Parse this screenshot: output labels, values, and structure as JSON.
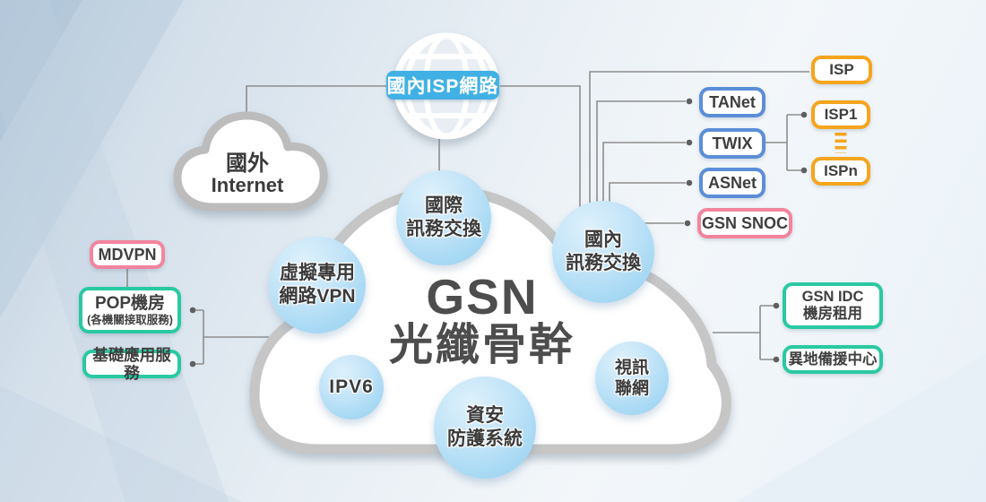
{
  "banner": {
    "label": "國內ISP網路"
  },
  "internet_cloud": {
    "line1": "國外",
    "line2": "Internet"
  },
  "title": {
    "line1": "GSN",
    "line2": "光纖骨幹"
  },
  "circles": {
    "intl_exchange": {
      "line1": "國際",
      "line2": "訊務交換"
    },
    "domestic_exchange": {
      "line1": "國內",
      "line2": "訊務交換"
    },
    "vpn": {
      "line1": "虛擬專用",
      "line2": "網路VPN"
    },
    "ipv6": {
      "label": "IPV6"
    },
    "security": {
      "line1": "資安",
      "line2": "防護系統"
    },
    "video": {
      "line1": "視訊",
      "line2": "聯網"
    }
  },
  "boxes": {
    "isp": {
      "label": "ISP"
    },
    "tanet": {
      "label": "TANet"
    },
    "twix": {
      "label": "TWIX"
    },
    "asnet": {
      "label": "ASNet"
    },
    "isp1": {
      "label": "ISP1"
    },
    "ispn": {
      "label": "ISPn"
    },
    "gsn_snoc": {
      "label": "GSN SNOC"
    },
    "mdvpn": {
      "label": "MDVPN"
    },
    "pop": {
      "line1": "POP機房",
      "line2": "(各機關接取服務)"
    },
    "basic_services": {
      "label": "基礎應用服務"
    },
    "gsn_idc": {
      "line1": "GSN IDC",
      "line2": "機房租用"
    },
    "backup_center": {
      "label": "異地備援中心"
    }
  },
  "palette": {
    "banner_blue": "#41b1e5",
    "bubble_blue": "#a8d9f4",
    "cloud_outline_gray": "#c6c6c6",
    "line_gray": "#8d8d8d",
    "box_border_blue": "#5b8ed8",
    "box_border_orange": "#f5a51d",
    "box_border_pink": "#f2849e",
    "box_border_teal": "#29c9a2",
    "title_gray": "#4d4d4d"
  }
}
